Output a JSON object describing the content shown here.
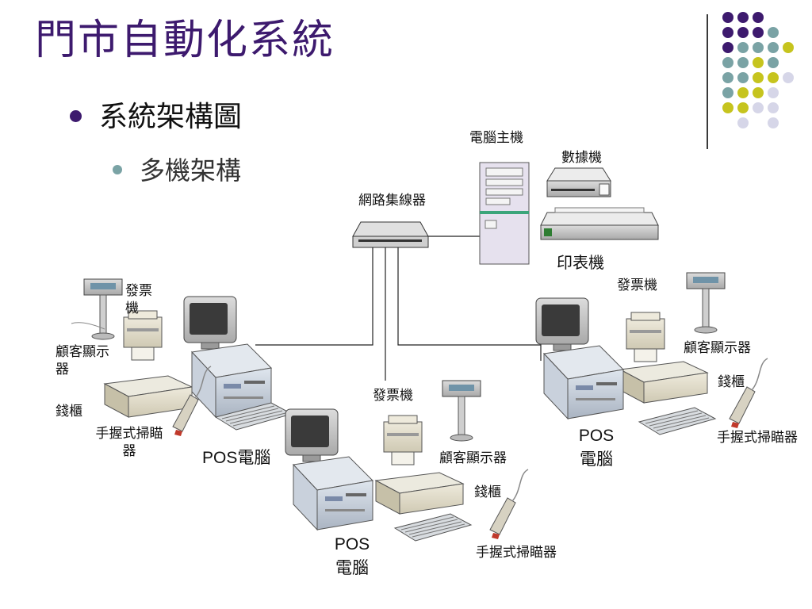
{
  "slide": {
    "title": "門市自動化系統",
    "bullet_level1": "系統架構圖",
    "bullet_level2": "多機架構"
  },
  "decor": {
    "colors": {
      "purple": "#3d1a6e",
      "teal": "#7aa3a5",
      "yellow": "#c6c41e",
      "lavender": "#d6d6e8"
    }
  },
  "diagram": {
    "center": {
      "host": "電腦主機",
      "modem": "數據機",
      "printer": "印表機",
      "hub": "網路集線器"
    },
    "left_station": {
      "receipt_printer": "發票機",
      "customer_display": "顧客顯示器",
      "cash_drawer": "錢櫃",
      "scanner": "手握式掃瞄器",
      "pos": "POS電腦"
    },
    "middle_station": {
      "receipt_printer": "發票機",
      "customer_display": "顧客顯示器",
      "cash_drawer": "錢櫃",
      "scanner": "手握式掃瞄器",
      "pos": "POS電腦"
    },
    "right_station": {
      "receipt_printer": "發票機",
      "customer_display": "顧客顯示器",
      "cash_drawer": "錢櫃",
      "scanner": "手握式掃瞄器",
      "pos": "POS電腦"
    }
  }
}
